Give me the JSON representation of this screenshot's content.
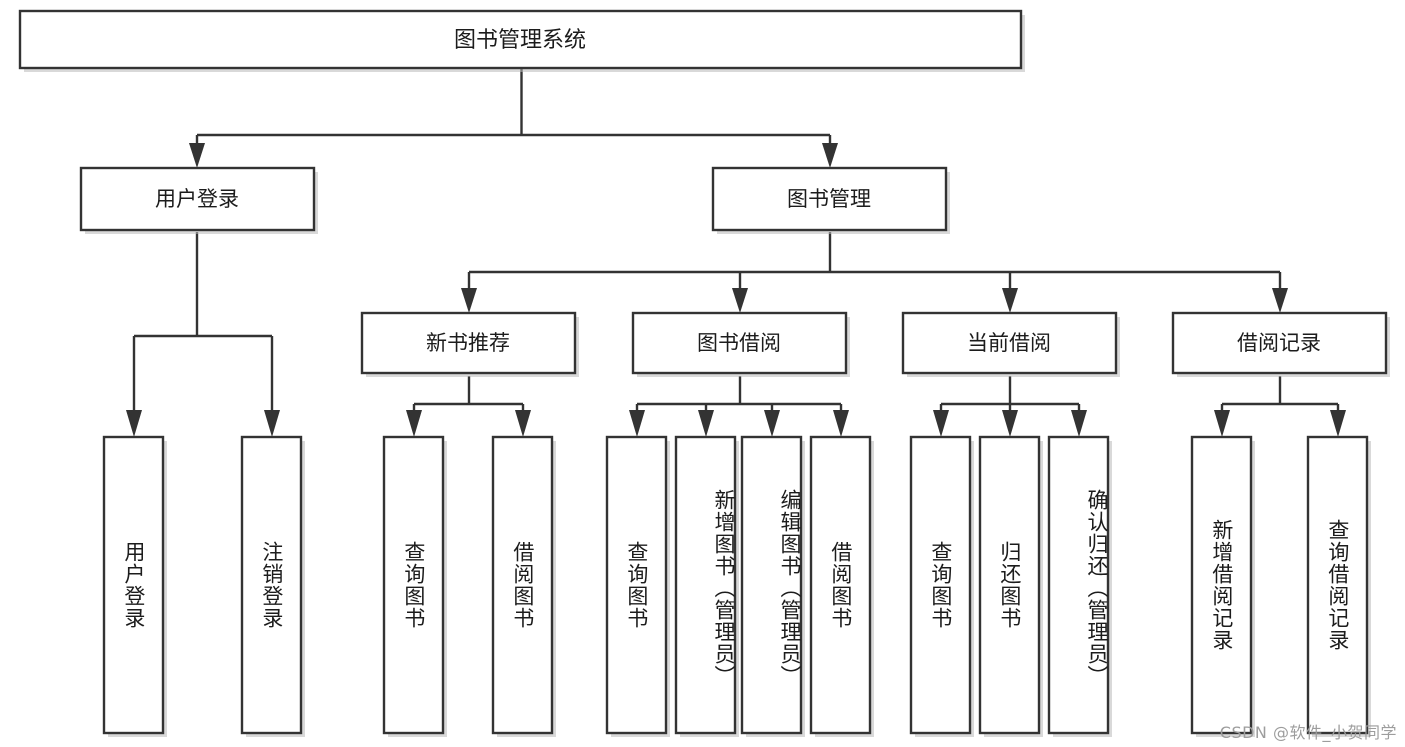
{
  "diagram": {
    "type": "tree-hierarchy",
    "title": "图书管理系统",
    "watermark": "CSDN @软件_小贺同学",
    "colors": {
      "stroke": "#333333",
      "fill": "#ffffff",
      "text": "#1c1c1c",
      "shadow": "#b9b9b9",
      "watermark": "#9d9d9d"
    },
    "levels": [
      {
        "level": 1,
        "nodes": [
          {
            "id": "root",
            "label": "图书管理系统",
            "orientation": "horizontal"
          }
        ]
      },
      {
        "level": 2,
        "nodes": [
          {
            "id": "login",
            "label": "用户登录",
            "orientation": "horizontal",
            "parent": "root"
          },
          {
            "id": "book-mgmt",
            "label": "图书管理",
            "orientation": "horizontal",
            "parent": "root"
          }
        ]
      },
      {
        "level": 3,
        "nodes": [
          {
            "id": "new-book-rec",
            "label": "新书推荐",
            "orientation": "horizontal",
            "parent": "book-mgmt"
          },
          {
            "id": "book-borrow",
            "label": "图书借阅",
            "orientation": "horizontal",
            "parent": "book-mgmt"
          },
          {
            "id": "current-borrow",
            "label": "当前借阅",
            "orientation": "horizontal",
            "parent": "book-mgmt"
          },
          {
            "id": "borrow-record",
            "label": "借阅记录",
            "orientation": "horizontal",
            "parent": "book-mgmt"
          }
        ]
      },
      {
        "level": 4,
        "nodes": [
          {
            "id": "leaf-1",
            "label": "用户登录",
            "orientation": "vertical",
            "parent": "login"
          },
          {
            "id": "leaf-2",
            "label": "注销登录",
            "orientation": "vertical",
            "parent": "login"
          },
          {
            "id": "leaf-3",
            "label": "查询图书",
            "orientation": "vertical",
            "parent": "new-book-rec"
          },
          {
            "id": "leaf-4",
            "label": "借阅图书",
            "orientation": "vertical",
            "parent": "new-book-rec"
          },
          {
            "id": "leaf-5",
            "label": "查询图书",
            "orientation": "vertical",
            "parent": "book-borrow"
          },
          {
            "id": "leaf-6",
            "label": "新增图书（管理员）",
            "orientation": "vertical",
            "parent": "book-borrow"
          },
          {
            "id": "leaf-7",
            "label": "编辑图书（管理员）",
            "orientation": "vertical",
            "parent": "book-borrow"
          },
          {
            "id": "leaf-8",
            "label": "借阅图书",
            "orientation": "vertical",
            "parent": "book-borrow"
          },
          {
            "id": "leaf-9",
            "label": "查询图书",
            "orientation": "vertical",
            "parent": "current-borrow"
          },
          {
            "id": "leaf-10",
            "label": "归还图书",
            "orientation": "vertical",
            "parent": "current-borrow"
          },
          {
            "id": "leaf-11",
            "label": "确认归还（管理员）",
            "orientation": "vertical",
            "parent": "current-borrow"
          },
          {
            "id": "leaf-12",
            "label": "新增借阅记录",
            "orientation": "vertical",
            "parent": "borrow-record"
          },
          {
            "id": "leaf-13",
            "label": "查询借阅记录",
            "orientation": "vertical",
            "parent": "borrow-record"
          }
        ]
      }
    ]
  }
}
